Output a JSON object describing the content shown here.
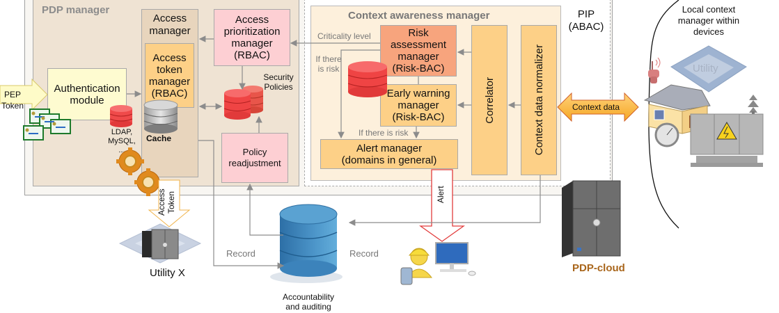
{
  "diagram": {
    "pdp_manager": {
      "title": "PDP manager",
      "authentication_module": "Authentication module",
      "pep_token": {
        "line1": "PEP",
        "line2": "Token"
      },
      "ldap_label": {
        "line1": "LDAP,",
        "line2": "MySQL,",
        "line3": "..."
      },
      "access_manager": {
        "title": "Access manager",
        "token_manager": "Access token manager (RBAC)",
        "cache_label": "Cache"
      },
      "access_prioritization_manager": "Access prioritization manager (RBAC)",
      "security_policies": {
        "line1": "Security",
        "line2": "Policies"
      },
      "policy_readjustment": "Policy readjustment"
    },
    "pip": {
      "title": {
        "line1": "PIP",
        "line2": "(ABAC)"
      },
      "context_awareness_manager": {
        "title": "Context awareness manager",
        "risk_assessment_manager": "Risk assessment manager (Risk-BAC)",
        "early_warning_manager": "Early warning manager (Risk-BAC)",
        "alert_manager": {
          "line1": "Alert manager",
          "line2": "(domains in general)"
        },
        "correlator": "Correlator",
        "context_data_normalizer": "Context data normalizer",
        "criticality_level": "Criticality level",
        "if_there_is_risk_left": {
          "line1": "If there",
          "line2": "is risk"
        },
        "if_there_is_risk_bottom": "If there is risk"
      }
    },
    "context_data_arrow": "Context data",
    "local_context": {
      "title": {
        "line1": "Local context",
        "line2": "manager within",
        "line3": "devices"
      },
      "utility_badge": "Utility"
    },
    "access_token_arrow": {
      "line1": "Access",
      "line2": "Token"
    },
    "utility_x": "Utility X",
    "alert_arrow": "Alert",
    "record_left": "Record",
    "record_right": "Record",
    "accountability": {
      "line1": "Accountability",
      "line2": "and auditing"
    },
    "pdp_cloud": "PDP-cloud"
  },
  "colors": {
    "pdp_bg": "#efe3d3",
    "pip_bg": "#fdf0dc",
    "orange_box": "#fdd087",
    "risk_box": "#f7a47d",
    "pink_box": "#fdcfd3",
    "auth_box": "#fefbd0",
    "cylinder_red": "#f04848",
    "cylinder_blue": "#3f86bd",
    "pdp_cloud_text": "#a9661c"
  }
}
